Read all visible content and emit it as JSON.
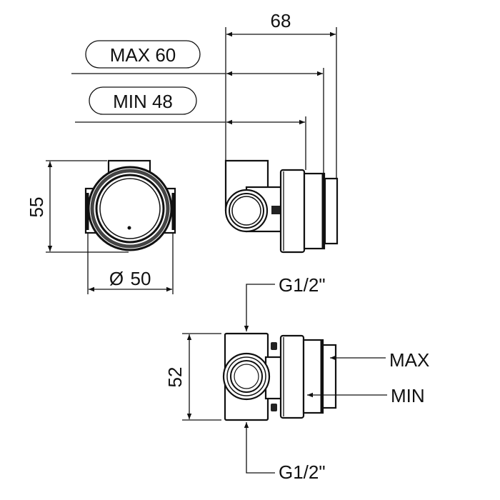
{
  "drawing": {
    "dimensions": {
      "total_depth": "68",
      "max_depth": "MAX 60",
      "min_depth": "MIN 48",
      "height_front": "55",
      "diameter": "50",
      "diameter_symbol": "Ø",
      "height_bottom": "52"
    },
    "labels": {
      "inlet_top": "G1/2\"",
      "inlet_bottom": "G1/2\"",
      "max": "MAX",
      "min": "MIN"
    },
    "colors": {
      "line": "#111111",
      "background": "#ffffff"
    }
  }
}
